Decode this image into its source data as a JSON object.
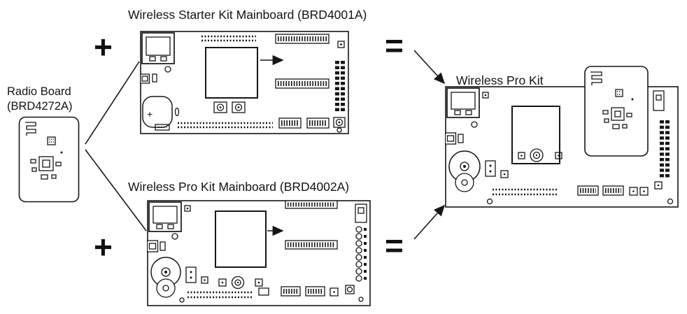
{
  "colors": {
    "ink": "#161616",
    "board_fill": "#ffffff",
    "background": "#ffffff"
  },
  "labels": {
    "radio_board_name": "Radio Board",
    "radio_board_part": "(BRD4272A)",
    "starter_kit_title": "Wireless Starter Kit Mainboard (BRD4001A)",
    "pro_mainboard_title": "Wireless Pro Kit Mainboard (BRD4002A)",
    "pro_kit_title": "Wireless Pro Kit",
    "plus_operator": "+",
    "equals_operator": "=",
    "battery_plus": "+"
  }
}
